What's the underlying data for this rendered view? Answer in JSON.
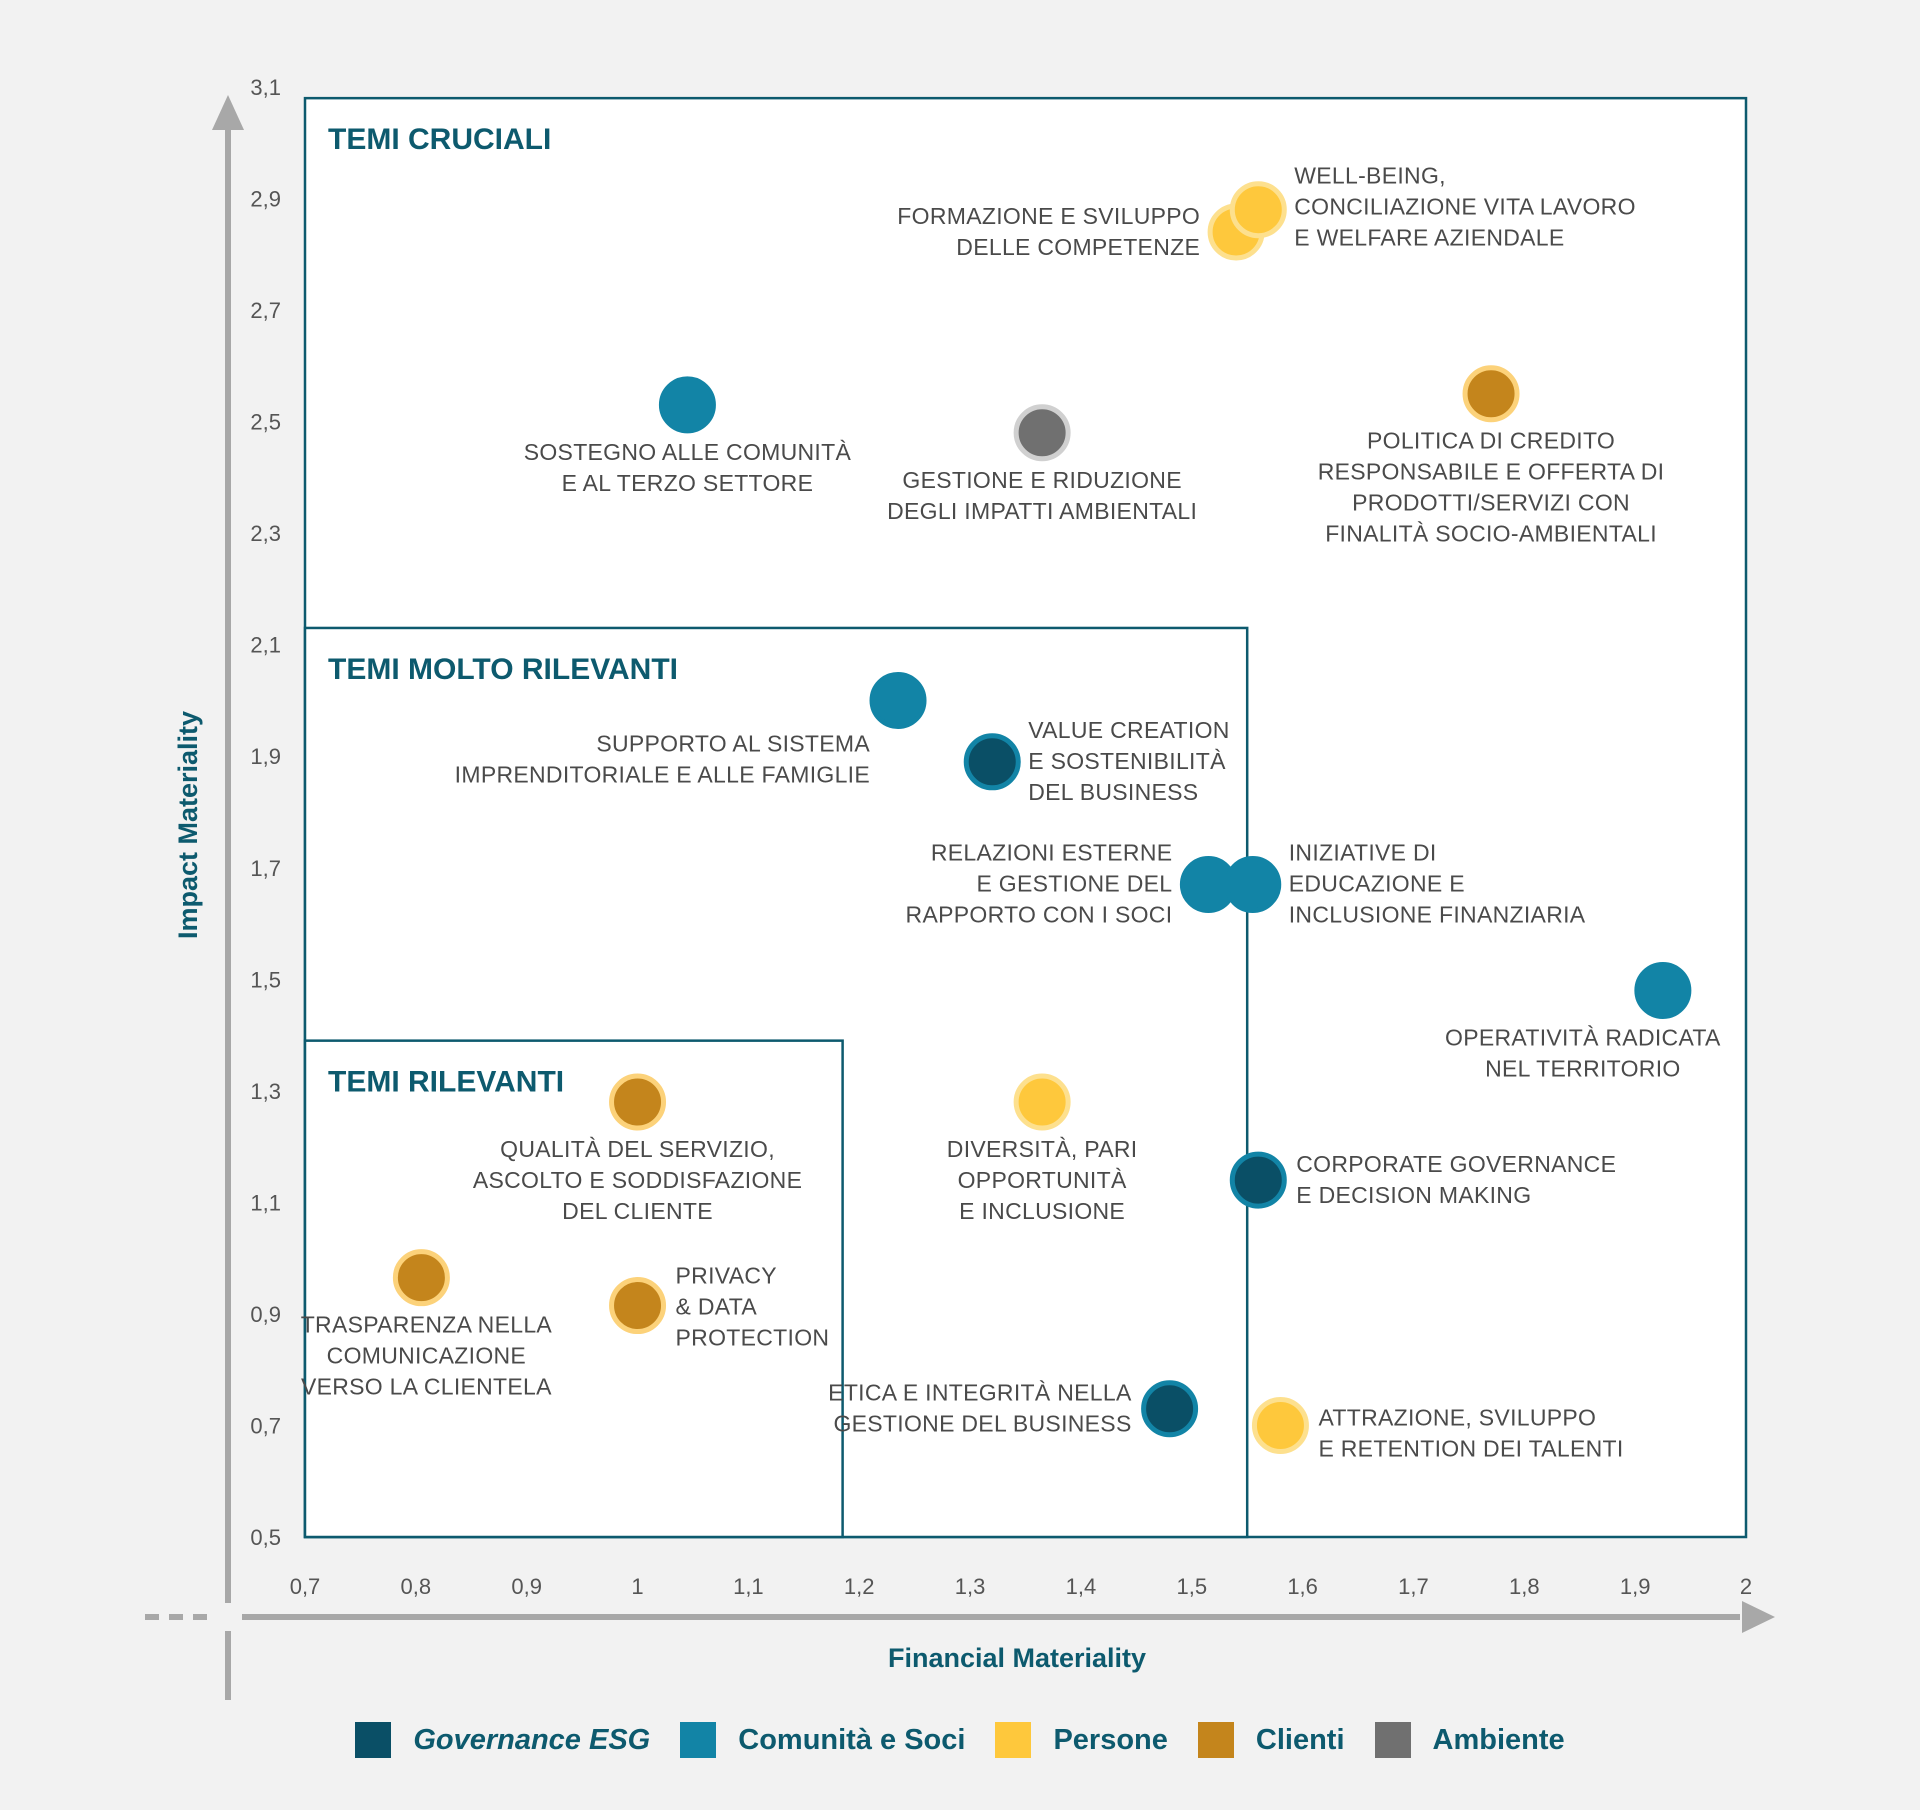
{
  "chart_data": {
    "type": "scatter",
    "xlabel": "Financial Materiality",
    "ylabel": "Impact Materiality",
    "xlim": [
      0.7,
      2.0
    ],
    "ylim": [
      0.5,
      3.1
    ],
    "x_ticks": [
      "0,7",
      "0,8",
      "0,9",
      "1",
      "1,1",
      "1,2",
      "1,3",
      "1,4",
      "1,5",
      "1,6",
      "1,7",
      "1,8",
      "1,9",
      "2"
    ],
    "y_ticks": [
      "3,1",
      "2,9",
      "2,7",
      "2,5",
      "2,3",
      "2,1",
      "1,9",
      "1,7",
      "1,5",
      "1,3",
      "1,1",
      "0,9",
      "0,7",
      "0,5"
    ],
    "zones": [
      {
        "label": "TEMI CRUCIALI",
        "x_max": 2.0,
        "y_max": 3.08
      },
      {
        "label": "TEMI MOLTO RILEVANTI",
        "x_max": 1.55,
        "y_max": 2.13
      },
      {
        "label": "TEMI RILEVANTI",
        "x_max": 1.185,
        "y_max": 1.39
      }
    ],
    "categories": [
      {
        "name": "Governance ESG",
        "color": "#0a4f66",
        "italic": true
      },
      {
        "name": "Comunità e Soci",
        "color": "#1284a6",
        "italic": false
      },
      {
        "name": "Persone",
        "color": "#fec83c",
        "italic": false
      },
      {
        "name": "Clienti",
        "color": "#c4851c",
        "italic": false
      },
      {
        "name": "Ambiente",
        "color": "#707070",
        "italic": false
      }
    ],
    "points": [
      {
        "x": 1.54,
        "y": 2.84,
        "category": "Persone",
        "label": [
          "FORMAZIONE E SVILUPPO",
          "DELLE COMPETENZE"
        ]
      },
      {
        "x": 1.56,
        "y": 2.88,
        "category": "Persone",
        "label": [
          "WELL-BEING,",
          "CONCILIAZIONE VITA LAVORO",
          "E WELFARE AZIENDALE"
        ]
      },
      {
        "x": 1.045,
        "y": 2.53,
        "category": "Comunità e Soci",
        "label": [
          "SOSTEGNO ALLE COMUNITÀ",
          "E AL TERZO SETTORE"
        ]
      },
      {
        "x": 1.365,
        "y": 2.48,
        "category": "Ambiente",
        "label": [
          "GESTIONE E RIDUZIONE",
          "DEGLI IMPATTI AMBIENTALI"
        ]
      },
      {
        "x": 1.77,
        "y": 2.55,
        "category": "Clienti",
        "label": [
          "POLITICA DI CREDITO",
          "RESPONSABILE E OFFERTA DI",
          "PRODOTTI/SERVIZI CON",
          "FINALITÀ SOCIO-AMBIENTALI"
        ]
      },
      {
        "x": 1.235,
        "y": 2.0,
        "category": "Comunità e Soci",
        "label": [
          "SUPPORTO AL SISTEMA",
          "IMPRENDITORIALE E ALLE FAMIGLIE"
        ]
      },
      {
        "x": 1.32,
        "y": 1.89,
        "category": "Governance ESG",
        "label": [
          "VALUE CREATION",
          "E SOSTENIBILITÀ",
          "DEL BUSINESS"
        ]
      },
      {
        "x": 1.515,
        "y": 1.67,
        "category": "Comunità e Soci",
        "label": [
          "RELAZIONI ESTERNE",
          "E GESTIONE DEL",
          "RAPPORTO CON I SOCI"
        ]
      },
      {
        "x": 1.555,
        "y": 1.67,
        "category": "Comunità e Soci",
        "label": [
          "INIZIATIVE DI",
          "EDUCAZIONE E",
          "INCLUSIONE FINANZIARIA"
        ]
      },
      {
        "x": 1.925,
        "y": 1.48,
        "category": "Comunità e Soci",
        "label": [
          "OPERATIVITÀ RADICATA",
          "NEL TERRITORIO"
        ]
      },
      {
        "x": 1.0,
        "y": 1.28,
        "category": "Clienti",
        "label": [
          "QUALITÀ DEL SERVIZIO,",
          "ASCOLTO E SODDISFAZIONE",
          "DEL CLIENTE"
        ]
      },
      {
        "x": 1.365,
        "y": 1.28,
        "category": "Persone",
        "label": [
          "DIVERSITÀ, PARI",
          "OPPORTUNITÀ",
          "E INCLUSIONE"
        ]
      },
      {
        "x": 1.56,
        "y": 1.14,
        "category": "Governance ESG",
        "label": [
          "CORPORATE GOVERNANCE",
          "E DECISION MAKING"
        ]
      },
      {
        "x": 0.805,
        "y": 0.965,
        "category": "Clienti",
        "label": [
          "TRASPARENZA NELLA",
          "COMUNICAZIONE",
          "VERSO LA CLIENTELA"
        ]
      },
      {
        "x": 1.0,
        "y": 0.915,
        "category": "Clienti",
        "label": [
          "PRIVACY",
          "& DATA",
          "PROTECTION"
        ]
      },
      {
        "x": 1.48,
        "y": 0.73,
        "category": "Governance ESG",
        "label": [
          "ETICA E INTEGRITÀ NELLA",
          "GESTIONE DEL BUSINESS"
        ]
      },
      {
        "x": 1.58,
        "y": 0.7,
        "category": "Persone",
        "label": [
          "ATTRAZIONE, SVILUPPO",
          "E RETENTION DEI TALENTI"
        ]
      }
    ]
  }
}
